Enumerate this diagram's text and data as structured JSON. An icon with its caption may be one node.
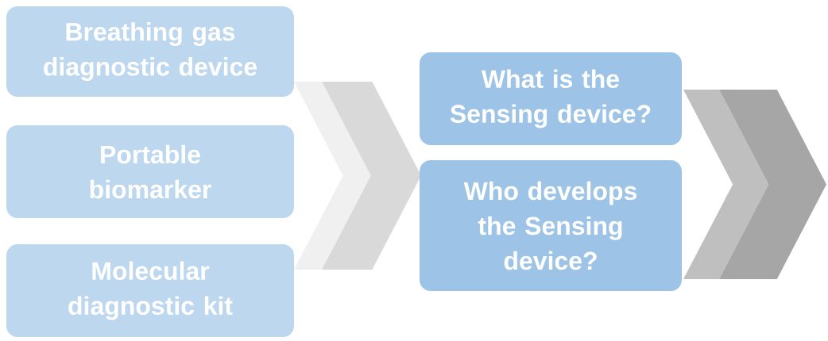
{
  "diagram": {
    "nodes": [
      {
        "text": [
          "Breathing gas diagnostic device"
        ]
      },
      {
        "text": [
          "Portable biomarker"
        ]
      },
      {
        "text": [
          "Molecular diagnostic kit"
        ]
      },
      {
        "text": [],
        "shape": "chevron"
      },
      {
        "text": [],
        "shape": "chevron"
      },
      {
        "text": [
          "What is the Sensing device?"
        ]
      },
      {
        "text": [
          "Who develops the Sensing device?"
        ]
      },
      {
        "text": [],
        "shape": "chevron"
      },
      {
        "text": [],
        "shape": "chevron"
      }
    ]
  }
}
